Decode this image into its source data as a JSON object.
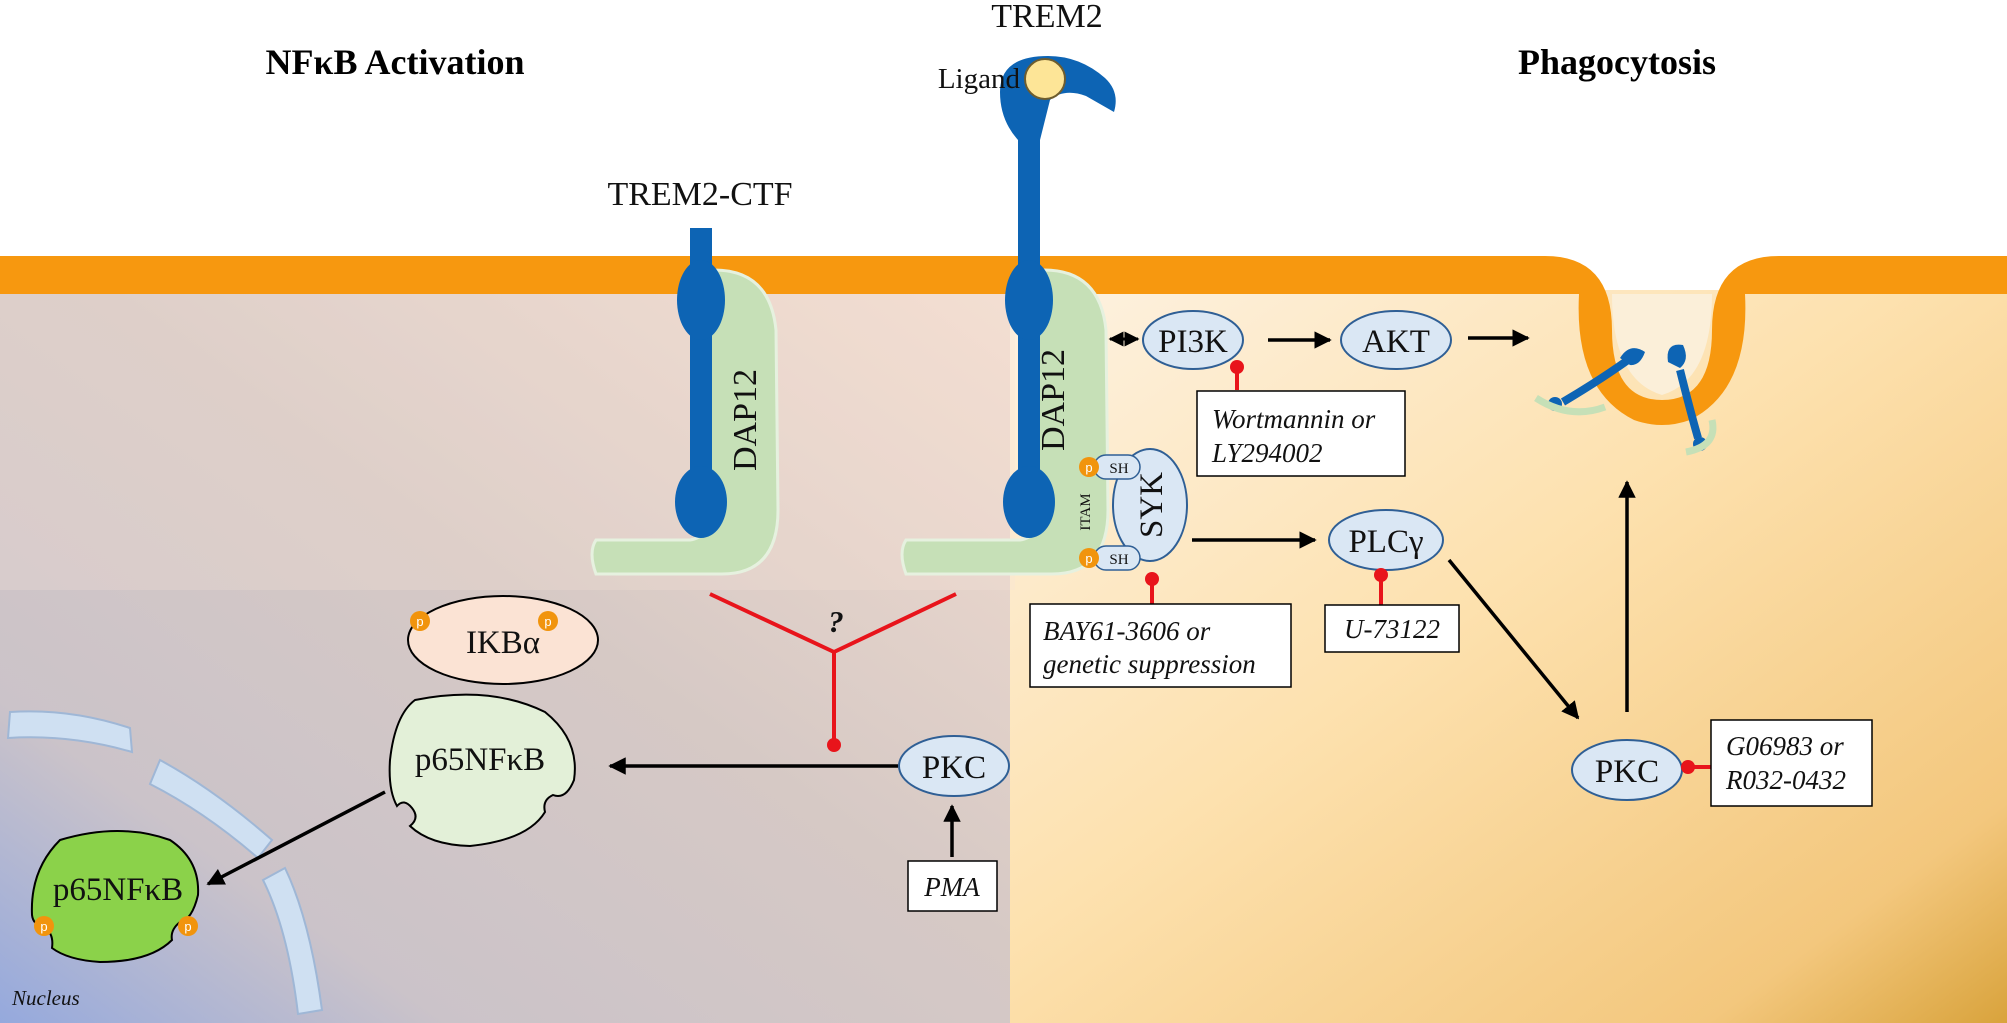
{
  "titles": {
    "left": "NFκB Activation",
    "right": "Phagocytosis"
  },
  "receptors": {
    "trem2": "TREM2",
    "ligand": "Ligand",
    "trem2_ctf": "TREM2-CTF",
    "dap12": "DAP12"
  },
  "syk_complex": {
    "syk": "SYK",
    "itam": "ITAM",
    "sh": "SH",
    "p": "p"
  },
  "nodes": {
    "pi3k": "PI3K",
    "akt": "AKT",
    "plcg": "PLCγ",
    "pkc": "PKC",
    "ikba": "IKBα",
    "p65": "p65NFκB"
  },
  "inhibitors": {
    "wortmannin_line1": "Wortmannin or",
    "wortmannin_line2": "LY294002",
    "bay_line1": "BAY61-3606 or",
    "bay_line2": "genetic suppression",
    "u73122": "U-73122",
    "g06983_line1": "G06983 or",
    "g06983_line2": "R032-0432",
    "pma": "PMA"
  },
  "misc": {
    "question": "?",
    "nucleus": "Nucleus"
  },
  "colors": {
    "membrane": "#f7980f",
    "receptor": "#0d64b4",
    "dap12": "#c6e0b7",
    "node_fill": "#dae7f4",
    "node_stroke": "#2f5f95",
    "inhibition": "#e8141b",
    "phospho": "#f1940d",
    "active_p65": "#8bd24a"
  }
}
